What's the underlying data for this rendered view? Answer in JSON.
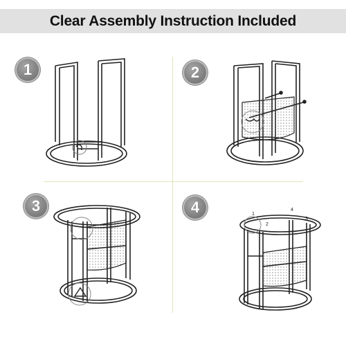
{
  "banner": {
    "title": "Clear Assembly Instruction Included"
  },
  "steps": [
    {
      "number": "1"
    },
    {
      "number": "2"
    },
    {
      "number": "3"
    },
    {
      "number": "4"
    }
  ],
  "callouts": [
    "1",
    "2",
    "3",
    "4"
  ],
  "colors": {
    "banner_bg": "#e1e1e1",
    "divider": "#dfe6b6",
    "badge": "#8a8a8a",
    "frame": "#222222"
  }
}
